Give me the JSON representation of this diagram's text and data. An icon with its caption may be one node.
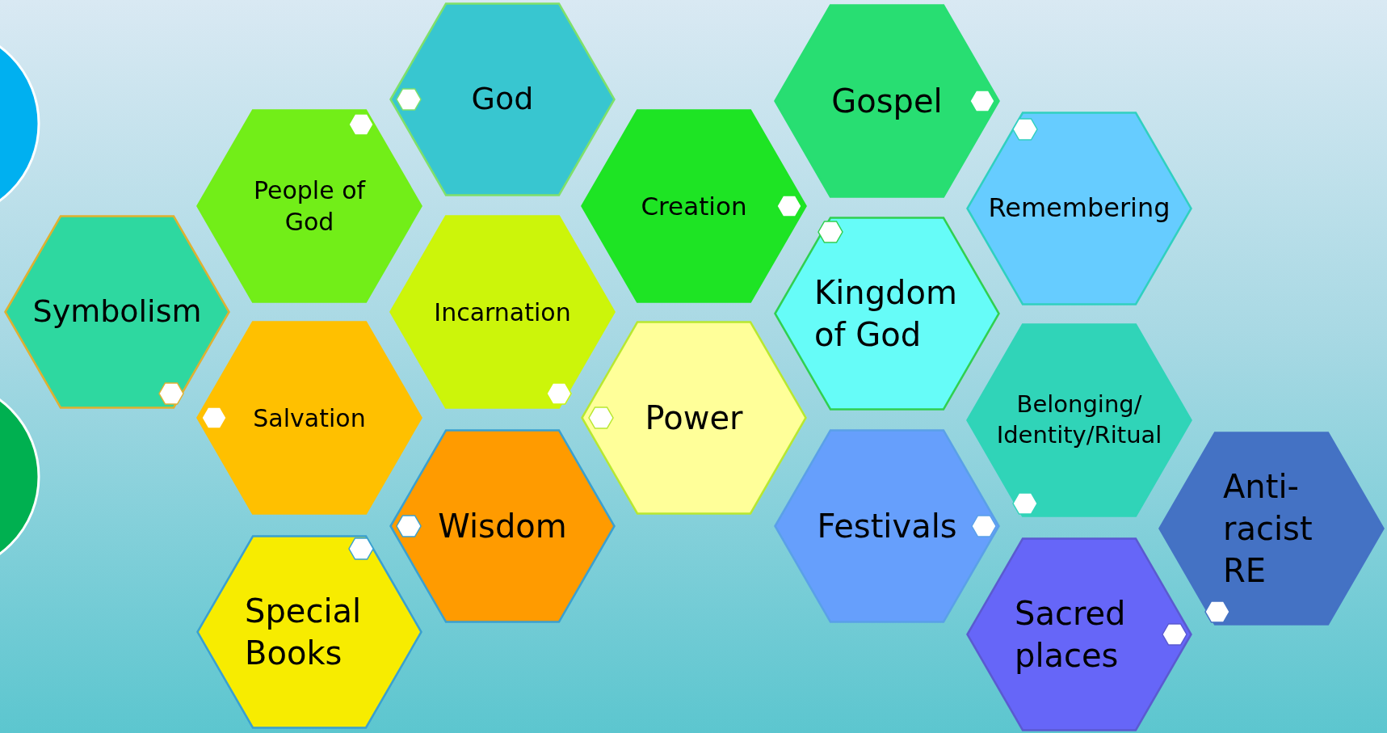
{
  "diagram": {
    "nodes": [
      {
        "text": [],
        "shape": "circle"
      },
      {
        "text": [],
        "shape": "circle"
      },
      {
        "text": [
          "God"
        ]
      },
      {
        "text": [
          "People of God"
        ]
      },
      {
        "text": [
          "Symbolism"
        ]
      },
      {
        "text": [
          "Incarnation"
        ]
      },
      {
        "text": [
          "Salvation"
        ]
      },
      {
        "text": [
          "Wisdom"
        ]
      },
      {
        "text": [
          "Special Books"
        ]
      },
      {
        "text": [
          "Creation"
        ]
      },
      {
        "text": [
          "Power"
        ]
      },
      {
        "text": [
          "Gospel"
        ]
      },
      {
        "text": [
          "Kingdom of God"
        ]
      },
      {
        "text": [
          "Remembering"
        ]
      },
      {
        "text": [
          "Belonging/ Identity/Ritual"
        ]
      },
      {
        "text": [
          "Festivals"
        ]
      },
      {
        "text": [
          "Sacred places"
        ]
      },
      {
        "text": [
          "Anti-racist RE"
        ]
      }
    ]
  }
}
